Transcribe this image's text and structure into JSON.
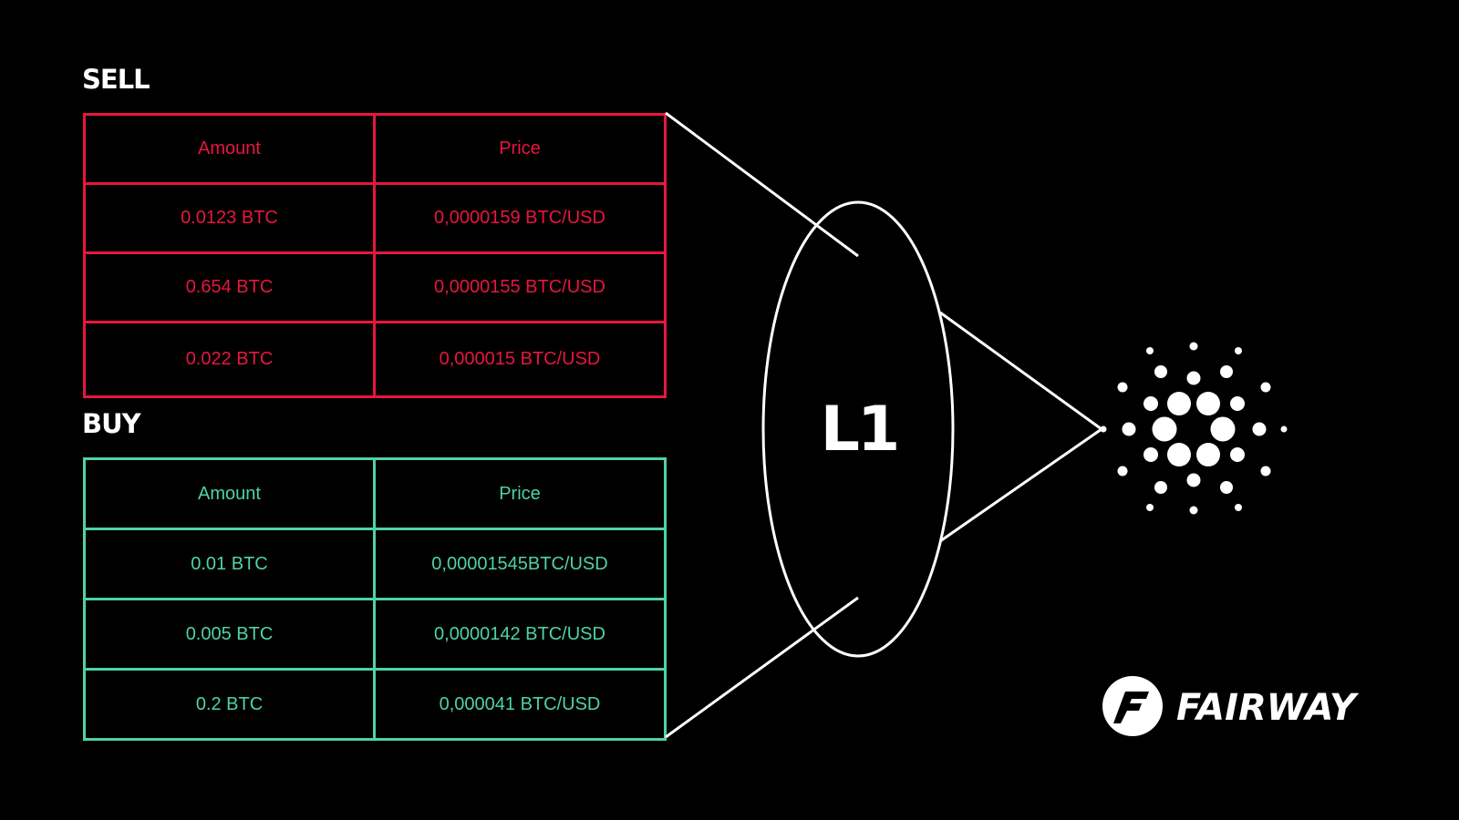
{
  "sell": {
    "title": "SELL",
    "color": "#e8163e",
    "headers": {
      "amount": "Amount",
      "price": "Price"
    },
    "rows": [
      {
        "amount": "0.0123 BTC",
        "price": "0,0000159 BTC/USD"
      },
      {
        "amount": "0.654 BTC",
        "price": "0,0000155 BTC/USD"
      },
      {
        "amount": "0.022 BTC",
        "price": "0,000015 BTC/USD"
      }
    ]
  },
  "buy": {
    "title": "BUY",
    "color": "#4fd3a4",
    "headers": {
      "amount": "Amount",
      "price": "Price"
    },
    "rows": [
      {
        "amount": "0.01 BTC",
        "price": "0,00001545BTC/USD"
      },
      {
        "amount": "0.005 BTC",
        "price": "0,0000142 BTC/USD"
      },
      {
        "amount": "0.2 BTC",
        "price": "0,000041 BTC/USD"
      }
    ]
  },
  "diagram": {
    "lens_label": "L1",
    "target_icon": "cardano-logo-icon"
  },
  "brand": {
    "name": "FAIRWAY",
    "logo_icon": "fairway-f-logo-icon"
  }
}
